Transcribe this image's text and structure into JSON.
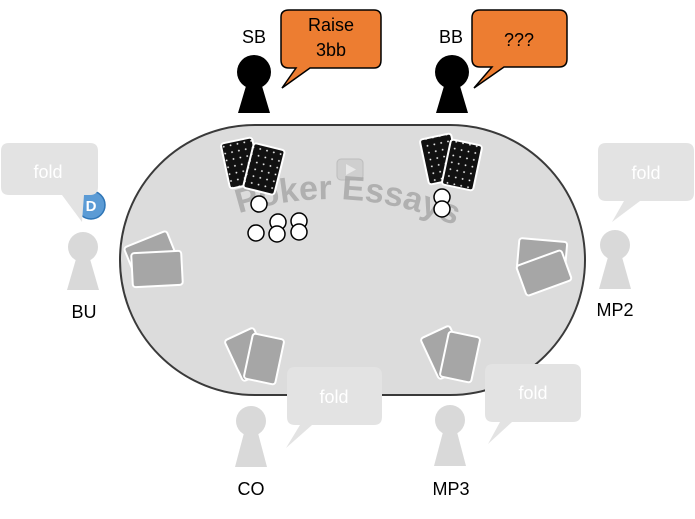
{
  "watermark": {
    "text": "Poker Essays",
    "icon": "play-icon"
  },
  "dealer_button": {
    "label": "D",
    "color": "#5b9bd5"
  },
  "colors": {
    "active_bubble": "#ed7d31",
    "folded_bubble": "#e3e3e3",
    "active_player": "#000000",
    "folded_player": "#d9d9d9",
    "table_felt": "#dcdcdc",
    "card_back": "#111111",
    "folded_card": "#a6a6a6"
  },
  "players": [
    {
      "id": "sb",
      "label": "SB",
      "action_line1": "Raise",
      "action_line2": "3bb",
      "status": "active"
    },
    {
      "id": "bb",
      "label": "BB",
      "action_line1": "???",
      "action_line2": "",
      "status": "active"
    },
    {
      "id": "bu",
      "label": "BU",
      "action_line1": "fold",
      "action_line2": "",
      "status": "folded"
    },
    {
      "id": "mp2",
      "label": "MP2",
      "action_line1": "fold",
      "action_line2": "",
      "status": "folded"
    },
    {
      "id": "co",
      "label": "CO",
      "action_line1": "fold",
      "action_line2": "",
      "status": "folded"
    },
    {
      "id": "mp3",
      "label": "MP3",
      "action_line1": "fold",
      "action_line2": "",
      "status": "folded"
    }
  ]
}
